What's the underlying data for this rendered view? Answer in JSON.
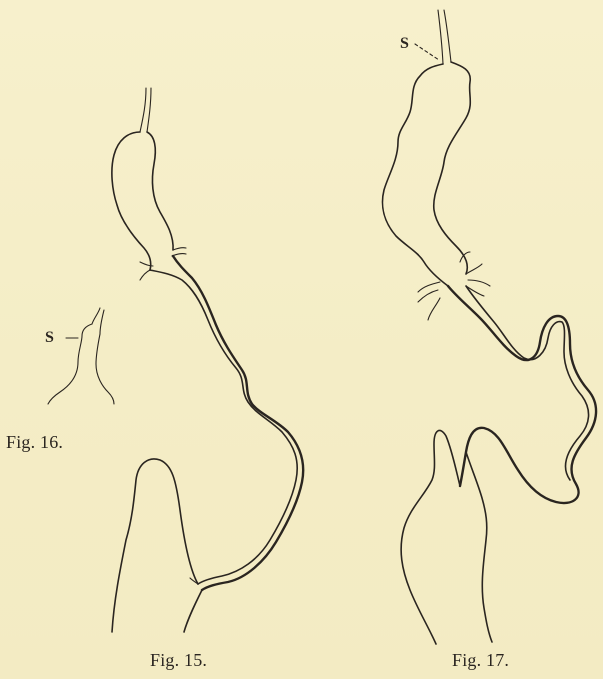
{
  "figures": {
    "fig15": {
      "caption": "Fig. 15."
    },
    "fig16": {
      "caption": "Fig. 16.",
      "label": "S"
    },
    "fig17": {
      "caption": "Fig. 17.",
      "label": "S"
    }
  },
  "colors": {
    "paper": "#f6efc9",
    "ink": "#2a2520"
  }
}
